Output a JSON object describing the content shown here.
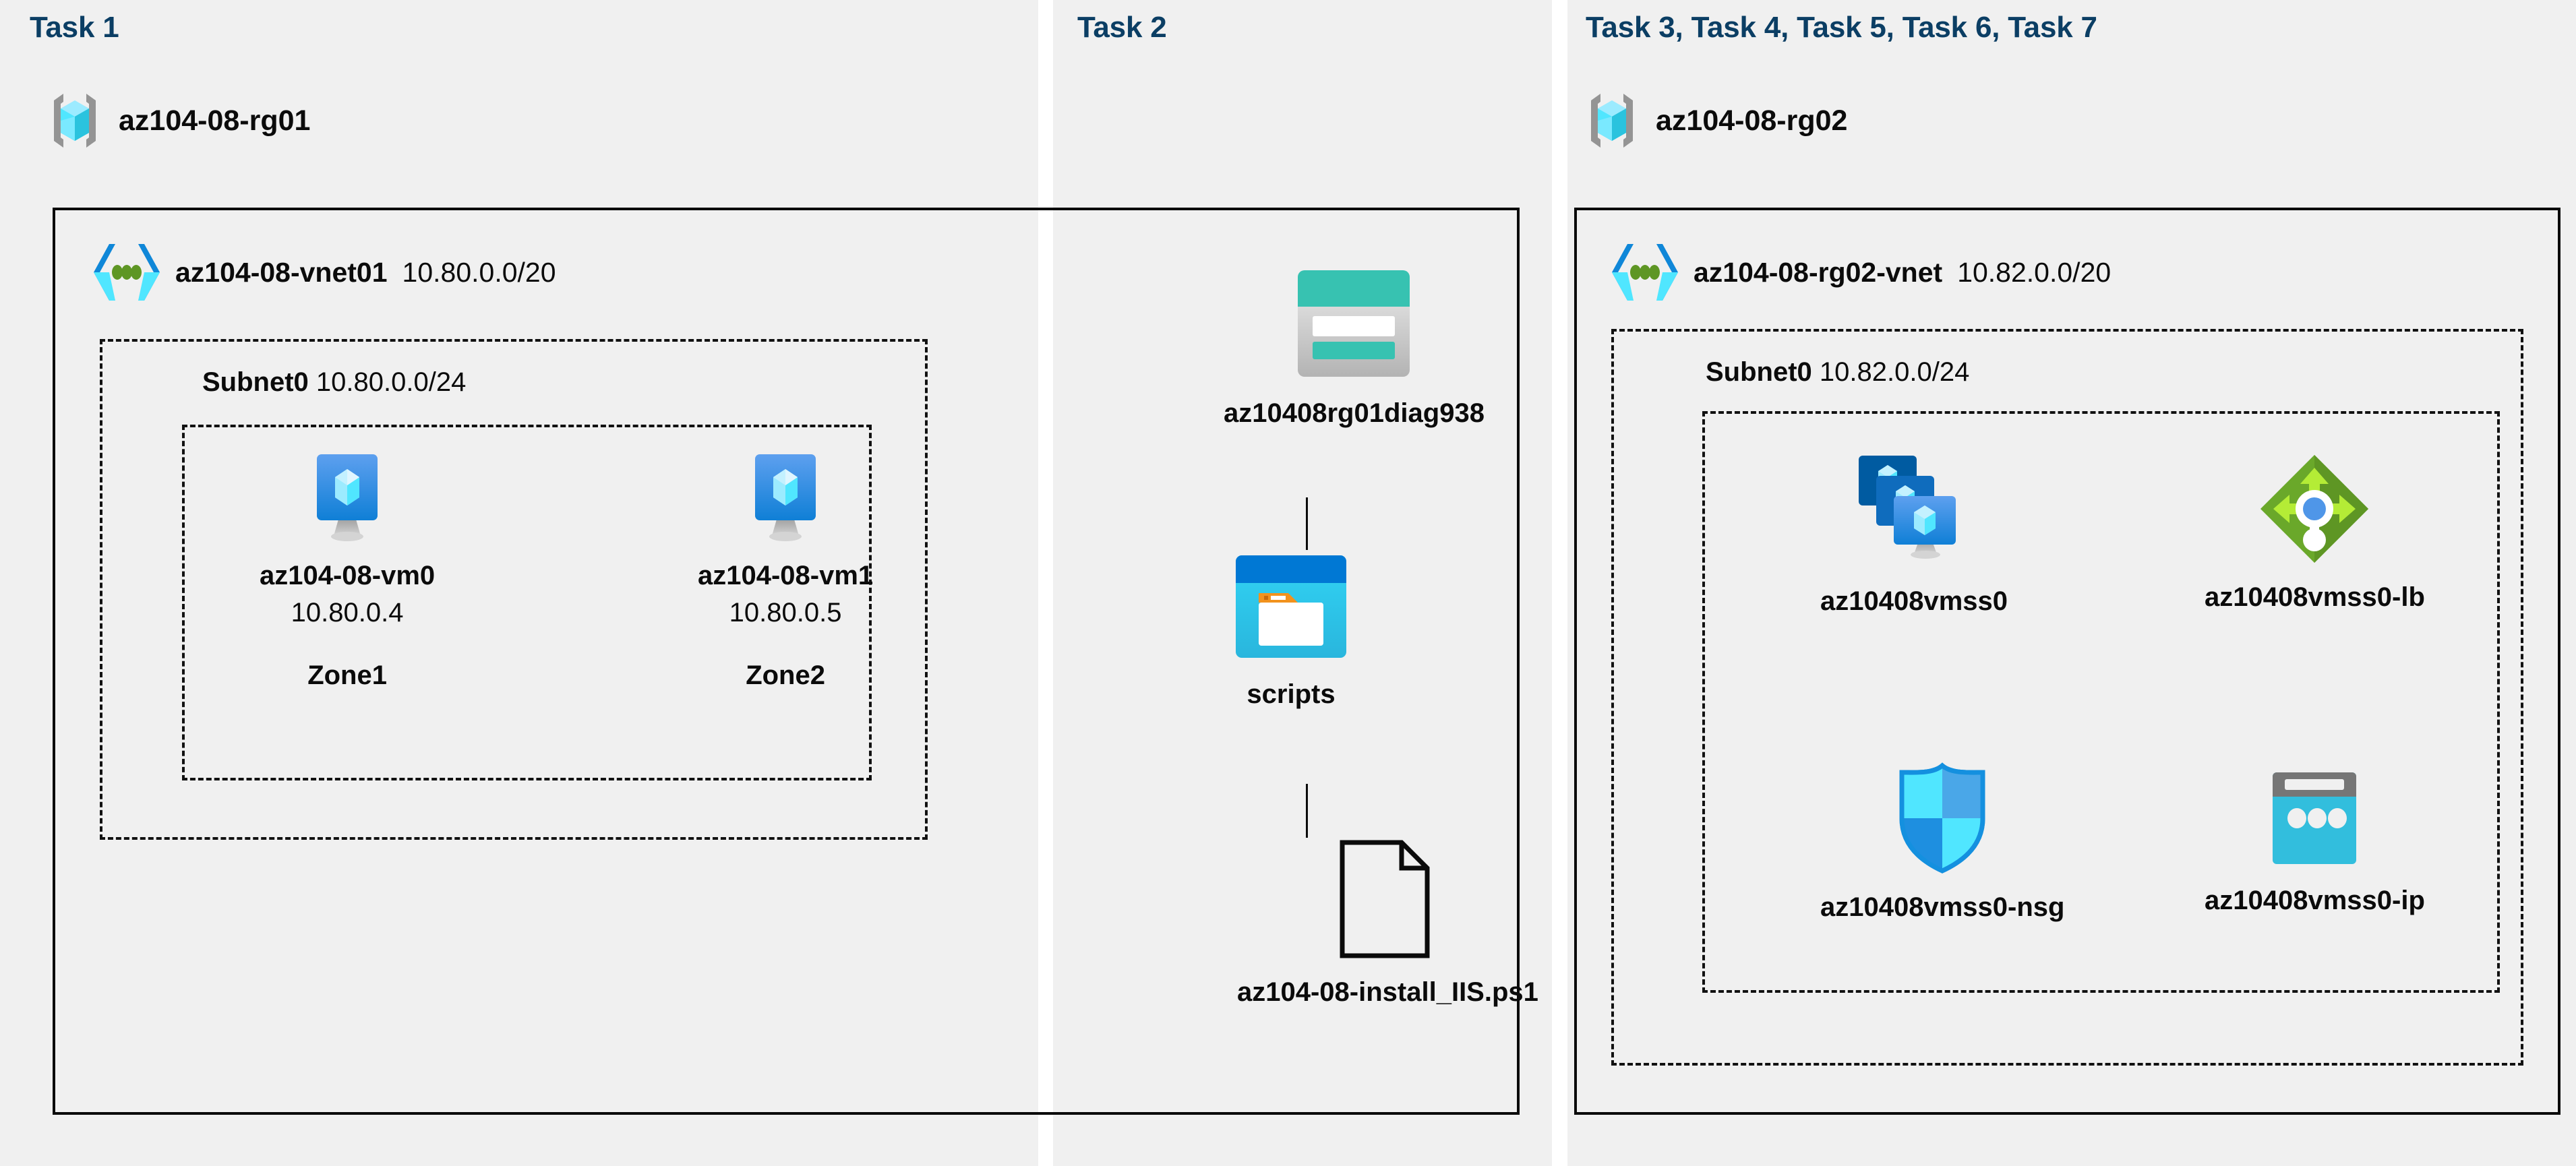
{
  "colors": {
    "panel_bg": "#f0f0f0",
    "task_heading": "#0b3e64",
    "text": "#0b0b0b",
    "border": "#0a0a0a",
    "vnet_icon_blue": "#0f87d8",
    "vnet_icon_cyan": "#50e6ff",
    "vnet_icon_green": "#5e9624",
    "rg_bracket_gray": "#949494",
    "vm_blue": "#0f87d8",
    "storage_teal": "#37c2b1",
    "storage_teal_dark": "#1e8c7f",
    "container_blue": "#0078d4",
    "container_cyan": "#32bedd",
    "container_orange": "#f2921d",
    "lb_green": "#76bc2d",
    "lb_green_dark": "#5e9624",
    "lb_dot_blue": "#4f96e8",
    "nsg_cyan": "#50e6ff",
    "nsg_blue": "#1490df",
    "ip_gray": "#767676",
    "ip_cyan": "#32bedd"
  },
  "panels": [
    {
      "id": "task1",
      "heading": "Task 1"
    },
    {
      "id": "task2",
      "heading": "Task 2"
    },
    {
      "id": "task3",
      "heading": "Task 3, Task 4, Task 5, Task 6, Task 7"
    }
  ],
  "resource_groups": [
    {
      "name": "az104-08-rg01",
      "icon": "resource-group-icon"
    },
    {
      "name": "az104-08-rg02",
      "icon": "resource-group-icon"
    }
  ],
  "vnets": [
    {
      "name": "az104-08-vnet01",
      "cidr": "10.80.0.0/20",
      "icon": "virtual-network-icon"
    },
    {
      "name": "az104-08-rg02-vnet",
      "cidr": "10.82.0.0/20",
      "icon": "virtual-network-icon"
    }
  ],
  "subnets": [
    {
      "name": "Subnet0",
      "cidr": "10.80.0.0/24"
    },
    {
      "name": "Subnet0",
      "cidr": "10.82.0.0/24"
    }
  ],
  "nodes": {
    "vm0": {
      "name": "az104-08-vm0",
      "ip": "10.80.0.4",
      "zone": "Zone1",
      "icon": "virtual-machine-icon"
    },
    "vm1": {
      "name": "az104-08-vm1",
      "ip": "10.80.0.5",
      "zone": "Zone2",
      "icon": "virtual-machine-icon"
    },
    "storage": {
      "name": "az10408rg01diag938",
      "icon": "storage-account-icon"
    },
    "scripts": {
      "name": "scripts",
      "icon": "blob-container-icon"
    },
    "file": {
      "name": "az104-08-install_IIS.ps1",
      "icon": "file-icon"
    },
    "vmss": {
      "name": "az10408vmss0",
      "icon": "vm-scale-set-icon"
    },
    "lb": {
      "name": "az10408vmss0-lb",
      "icon": "load-balancer-icon"
    },
    "nsg": {
      "name": "az10408vmss0-nsg",
      "icon": "network-security-group-icon"
    },
    "ip": {
      "name": "az10408vmss0-ip",
      "icon": "public-ip-address-icon"
    }
  }
}
